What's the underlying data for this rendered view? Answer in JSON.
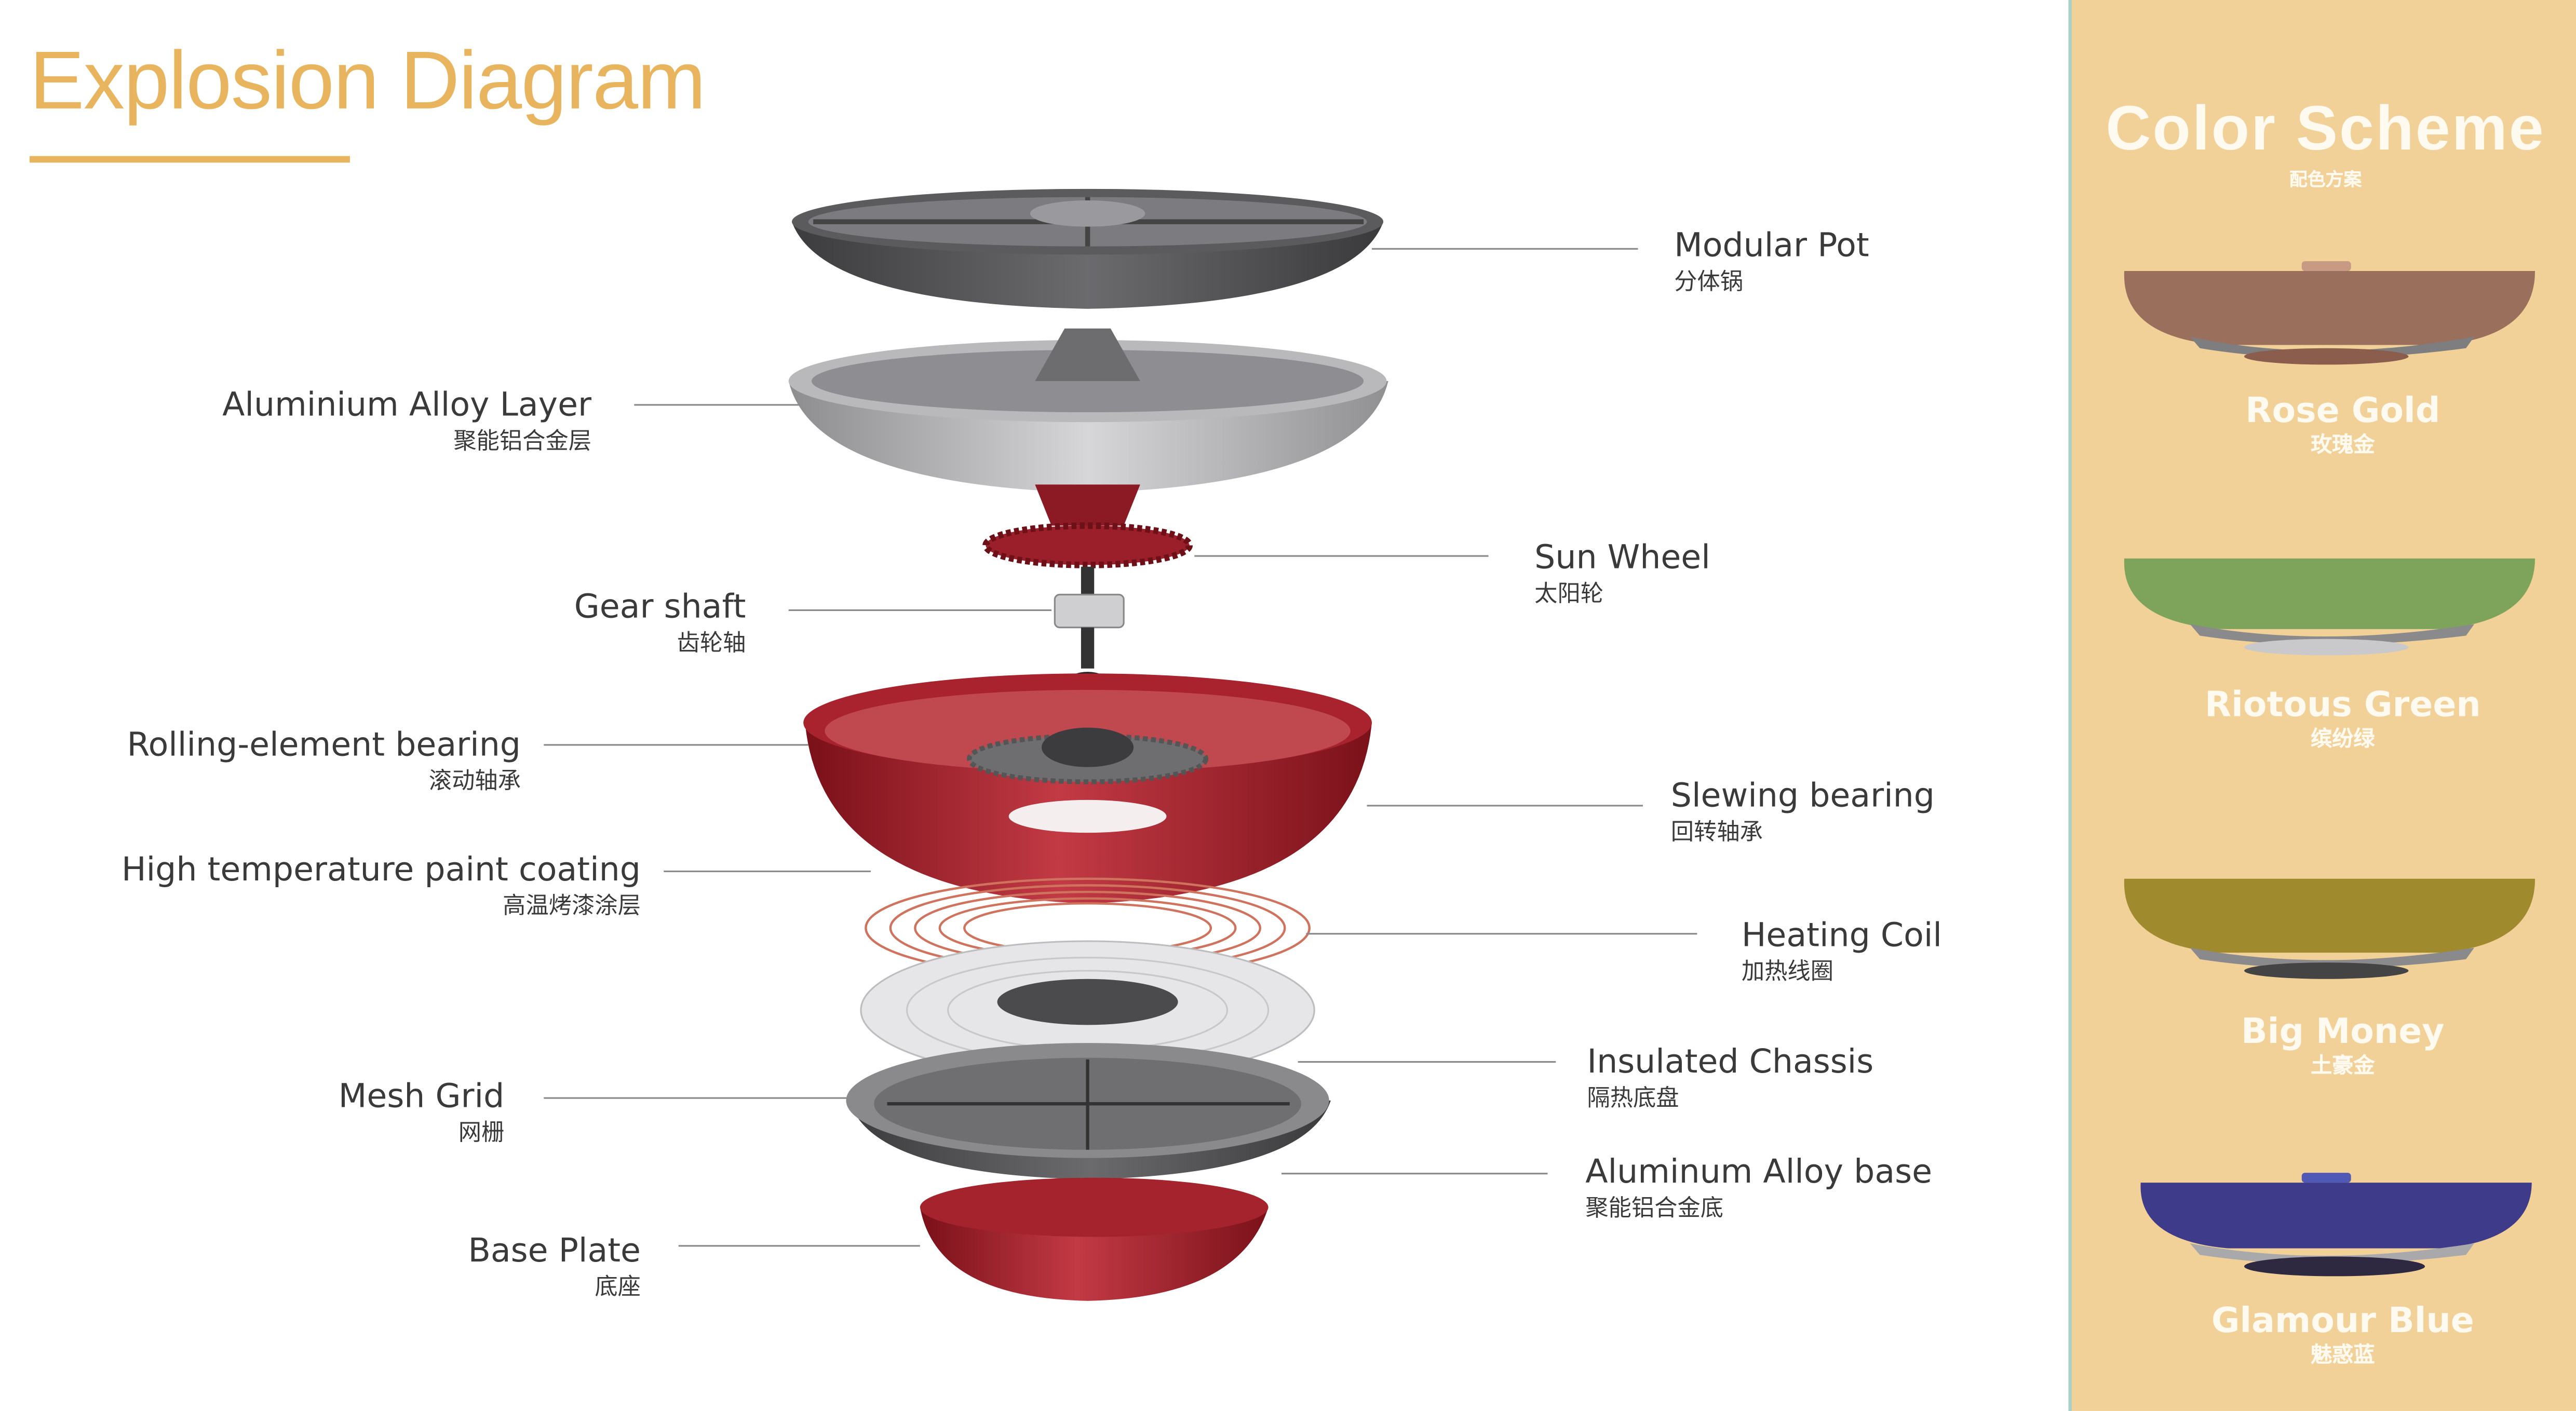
{
  "title": "Explosion Diagram",
  "accent_color": "#e8b45e",
  "labels": {
    "modular_pot": {
      "en": "Modular Pot",
      "cn": "分体锅"
    },
    "aluminium_alloy_layer": {
      "en": "Aluminium Alloy Layer",
      "cn": "聚能铝合金层"
    },
    "sun_wheel": {
      "en": "Sun Wheel",
      "cn": "太阳轮"
    },
    "gear_shaft": {
      "en": "Gear shaft",
      "cn": "齿轮轴"
    },
    "rolling_element_bearing": {
      "en": "Rolling-element bearing",
      "cn": "滚动轴承"
    },
    "slewing_bearing": {
      "en": "Slewing bearing",
      "cn": "回转轴承"
    },
    "high_temp_paint": {
      "en": "High temperature paint coating",
      "cn": "高温烤漆涂层"
    },
    "heating_coil": {
      "en": "Heating Coil",
      "cn": "加热线圈"
    },
    "insulated_chassis": {
      "en": "Insulated Chassis",
      "cn": "隔热底盘"
    },
    "mesh_grid": {
      "en": "Mesh Grid",
      "cn": "网栅"
    },
    "aluminum_alloy_base": {
      "en": "Aluminum Alloy base",
      "cn": "聚能铝合金底"
    },
    "base_plate": {
      "en": "Base Plate",
      "cn": "底座"
    }
  },
  "color_scheme": {
    "title": "Color Scheme",
    "subtitle": "配色方案",
    "background": "#f1d197",
    "options": [
      {
        "name": "Rose Gold",
        "cn": "玫瑰金",
        "color": "#9a6f5c"
      },
      {
        "name": "Riotous Green",
        "cn": "缤纷绿",
        "color": "#7ea35a"
      },
      {
        "name": "Big Money",
        "cn": "土豪金",
        "color": "#a08a2e"
      },
      {
        "name": "Glamour Blue",
        "cn": "魅惑蓝",
        "color": "#3e3b8a"
      }
    ]
  }
}
